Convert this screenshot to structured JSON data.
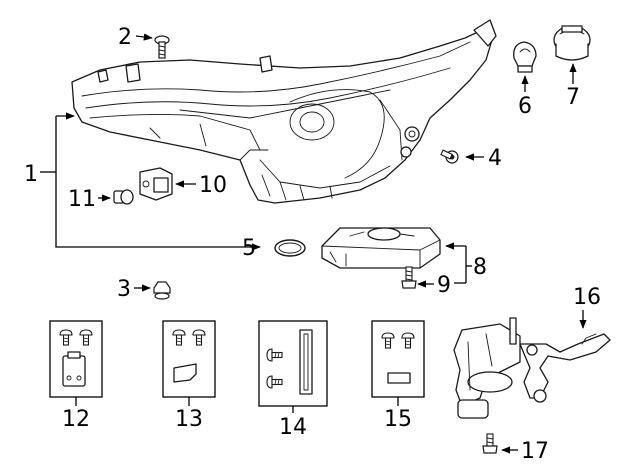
{
  "colors": {
    "line": "#1a1a1a",
    "background": "#ffffff"
  },
  "callouts": [
    {
      "id": "1",
      "label": "1"
    },
    {
      "id": "2",
      "label": "2"
    },
    {
      "id": "3",
      "label": "3"
    },
    {
      "id": "4",
      "label": "4"
    },
    {
      "id": "5",
      "label": "5"
    },
    {
      "id": "6",
      "label": "6"
    },
    {
      "id": "7",
      "label": "7"
    },
    {
      "id": "8",
      "label": "8"
    },
    {
      "id": "9",
      "label": "9"
    },
    {
      "id": "10",
      "label": "10"
    },
    {
      "id": "11",
      "label": "11"
    },
    {
      "id": "12",
      "label": "12"
    },
    {
      "id": "13",
      "label": "13"
    },
    {
      "id": "14",
      "label": "14"
    },
    {
      "id": "15",
      "label": "15"
    },
    {
      "id": "16",
      "label": "16"
    },
    {
      "id": "17",
      "label": "17"
    }
  ]
}
